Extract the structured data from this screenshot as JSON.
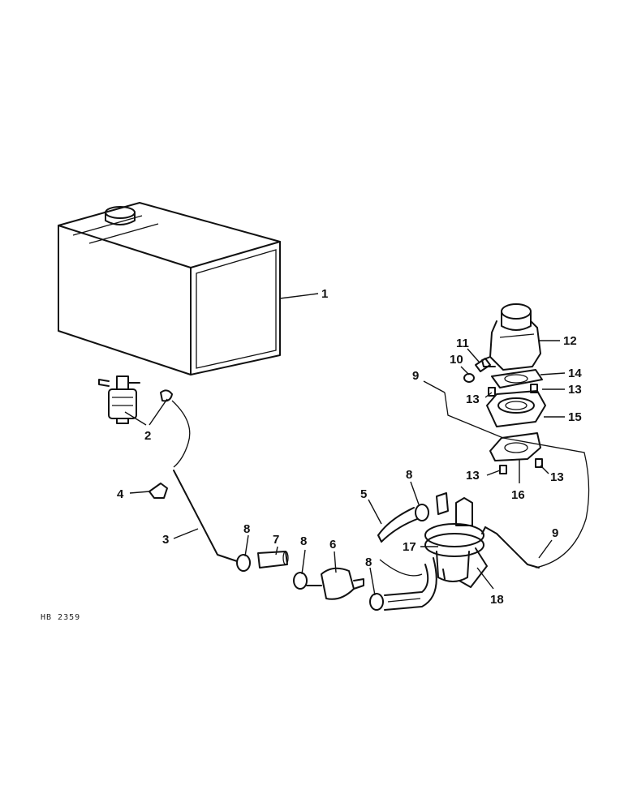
{
  "drawing_ref": "HB 2359",
  "callouts": [
    {
      "id": "c1",
      "text": "1"
    },
    {
      "id": "c2",
      "text": "2"
    },
    {
      "id": "c3",
      "text": "3"
    },
    {
      "id": "c4",
      "text": "4"
    },
    {
      "id": "c5",
      "text": "5"
    },
    {
      "id": "c6",
      "text": "6"
    },
    {
      "id": "c7",
      "text": "7"
    },
    {
      "id": "c8a",
      "text": "8"
    },
    {
      "id": "c8b",
      "text": "8"
    },
    {
      "id": "c8c",
      "text": "8"
    },
    {
      "id": "c8d",
      "text": "8"
    },
    {
      "id": "c9a",
      "text": "9"
    },
    {
      "id": "c9b",
      "text": "9"
    },
    {
      "id": "c10",
      "text": "10"
    },
    {
      "id": "c11",
      "text": "11"
    },
    {
      "id": "c12",
      "text": "12"
    },
    {
      "id": "c13a",
      "text": "13"
    },
    {
      "id": "c13b",
      "text": "13"
    },
    {
      "id": "c13c",
      "text": "13"
    },
    {
      "id": "c13d",
      "text": "13"
    },
    {
      "id": "c14",
      "text": "14"
    },
    {
      "id": "c15",
      "text": "15"
    },
    {
      "id": "c16",
      "text": "16"
    },
    {
      "id": "c17",
      "text": "17"
    },
    {
      "id": "c18",
      "text": "18"
    }
  ]
}
